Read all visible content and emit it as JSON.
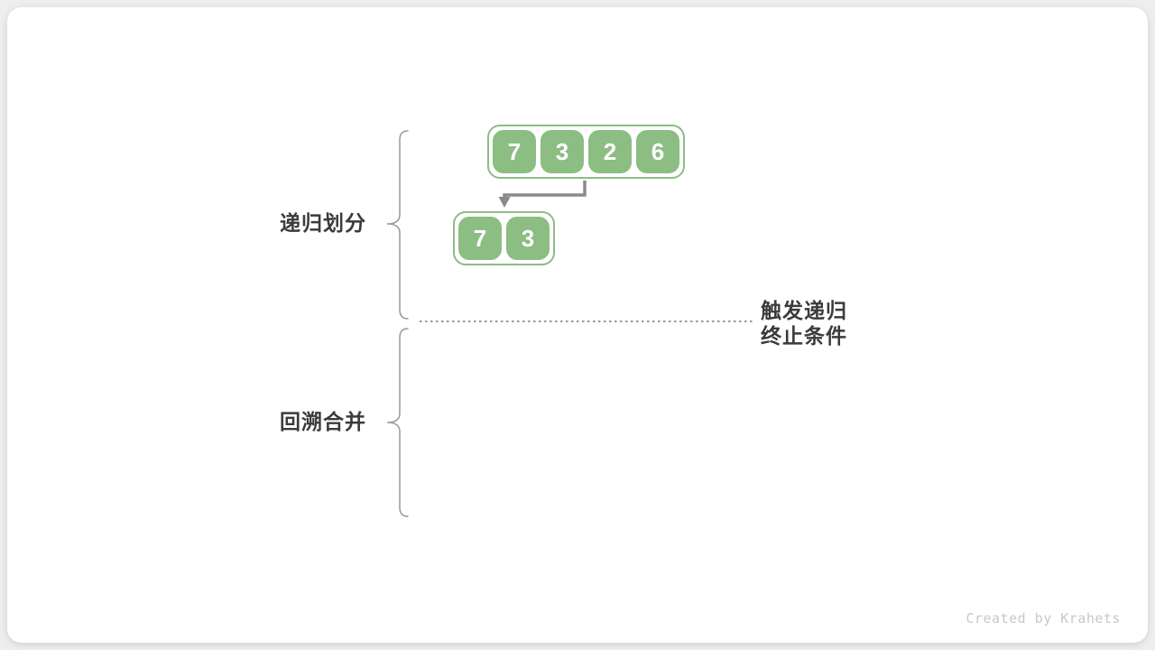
{
  "diagram": {
    "phase_labels": [
      {
        "label": "递归划分"
      },
      {
        "label": "回溯合并"
      }
    ],
    "annotation": {
      "line1": "触发递归",
      "line2": "终止条件"
    },
    "arrays": {
      "top": [
        "7",
        "3",
        "2",
        "6"
      ],
      "child": [
        "7",
        "3"
      ]
    },
    "watermark": "Created by Krahets",
    "colors": {
      "node_green": "#8cbd83",
      "label_text": "#3b3b3b",
      "brace_gray": "#9e9e9e",
      "arrow_gray": "#8a8a8a",
      "watermark_gray": "#c8c8c8",
      "card_bg": "#ffffff",
      "page_bg": "#eeeeee"
    }
  }
}
